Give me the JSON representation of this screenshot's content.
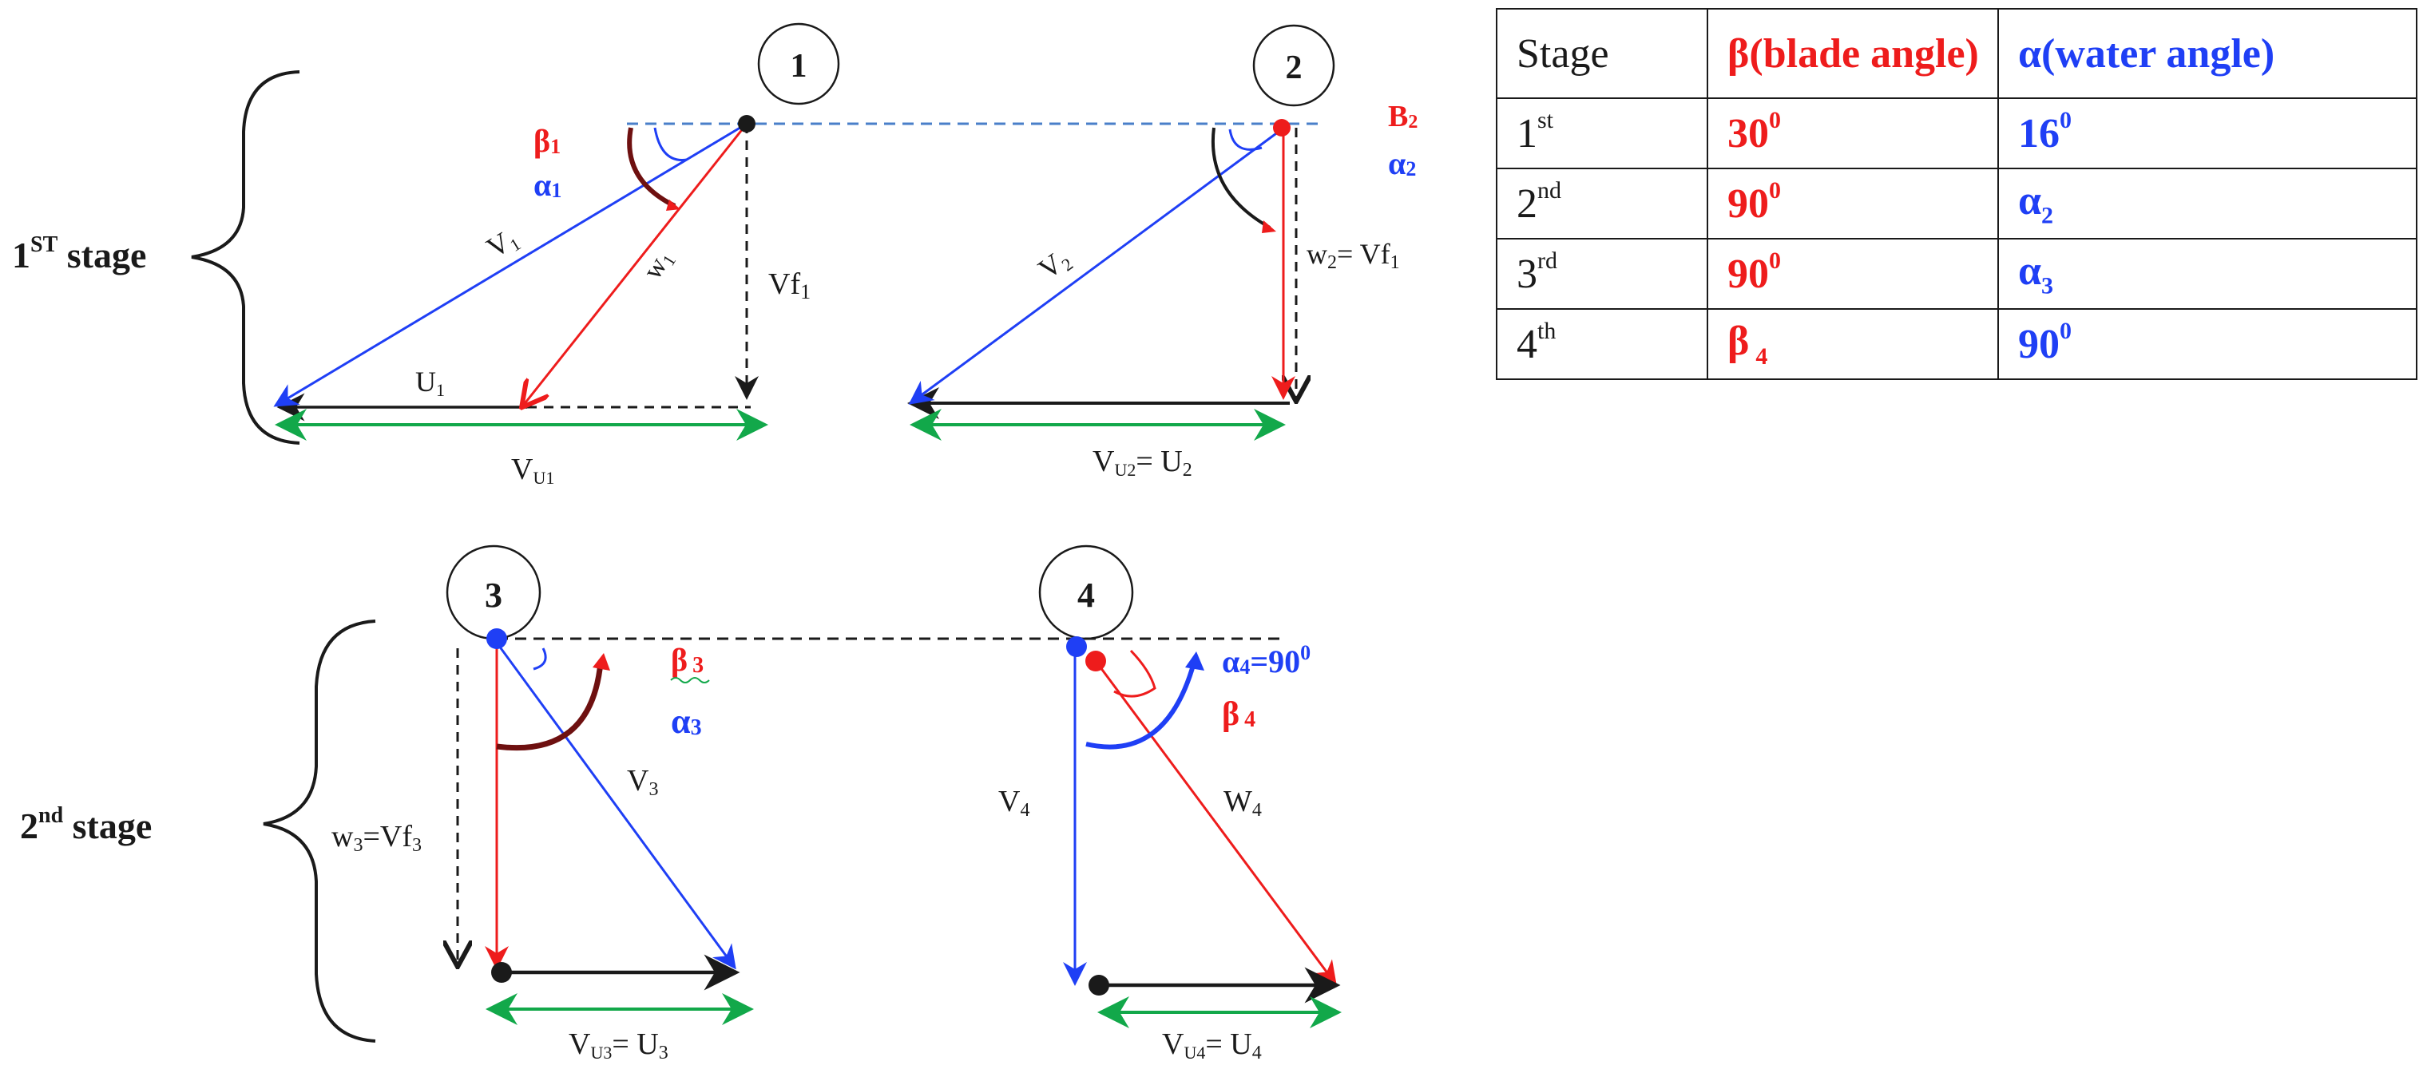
{
  "colors": {
    "red": "#ee1c1c",
    "blue": "#1f3ff5",
    "green": "#12a84a",
    "black": "#1a1a1a",
    "dash_blue": "#4a7fc9"
  },
  "stage_labels": {
    "first": {
      "main": "1",
      "sup": "ST",
      "rest": " stage"
    },
    "second": {
      "main": "2",
      "sup": "nd",
      "rest": " stage"
    }
  },
  "circles": [
    "1",
    "2",
    "3",
    "4"
  ],
  "diagram1": {
    "beta": {
      "main": "β",
      "sub": "1"
    },
    "alpha": {
      "main": "α",
      "sub": "1"
    },
    "v": {
      "main": "V",
      "sub": "1"
    },
    "w": {
      "main": "w",
      "sub": "1"
    },
    "vf": {
      "main": "Vf",
      "sub": "1"
    },
    "u": {
      "main": "U",
      "sub": "1"
    },
    "vu": {
      "main": "V",
      "sub": "U1"
    }
  },
  "diagram2": {
    "beta": {
      "main": "B",
      "sub": "2"
    },
    "alpha": {
      "main": "α",
      "sub": "2"
    },
    "v": {
      "main": "V",
      "sub": "2"
    },
    "w": {
      "main": "w",
      "sub": "2",
      "rest": "= Vf",
      "sub2": "1"
    },
    "vu": {
      "main": "V",
      "sub": "U2",
      "rest": "= U",
      "sub2": "2"
    }
  },
  "diagram3": {
    "beta": {
      "main": "β",
      "sub": "3"
    },
    "alpha": {
      "main": "α",
      "sub": "3"
    },
    "v": {
      "main": "V",
      "sub": "3"
    },
    "w": {
      "main": "w",
      "sub": "3",
      "rest": "=Vf",
      "sub2": "3"
    },
    "vu": {
      "main": "V",
      "sub": "U3",
      "rest": "= U",
      "sub2": "3"
    }
  },
  "diagram4": {
    "alpha": {
      "main": "α",
      "sub": "4",
      "rest": "=90",
      "sup": "0"
    },
    "beta": {
      "main": "β",
      "sub": "4"
    },
    "v": {
      "main": "V",
      "sub": "4"
    },
    "w": {
      "main": "W",
      "sub": "4"
    },
    "vu": {
      "main": "V",
      "sub": "U4",
      "rest": "= U",
      "sub2": "4"
    }
  },
  "table": {
    "headers": {
      "stage": "Stage",
      "beta": "β(blade angle)",
      "alpha": "α(water angle)"
    },
    "rows": [
      {
        "stage": "1",
        "stage_sup": "st",
        "beta": "30",
        "beta_sup": "0",
        "alpha": "16",
        "alpha_sup": "0"
      },
      {
        "stage": "2",
        "stage_sup": "nd",
        "beta": "90",
        "beta_sup": "0",
        "alpha": "α",
        "alpha_sub": "2"
      },
      {
        "stage": "3",
        "stage_sup": "rd",
        "beta": "90",
        "beta_sup": "0",
        "alpha": "α",
        "alpha_sub": "3"
      },
      {
        "stage": "4",
        "stage_sup": "th",
        "beta": "β",
        "beta_sub": "4",
        "alpha": "90",
        "alpha_sup": "0"
      }
    ]
  }
}
